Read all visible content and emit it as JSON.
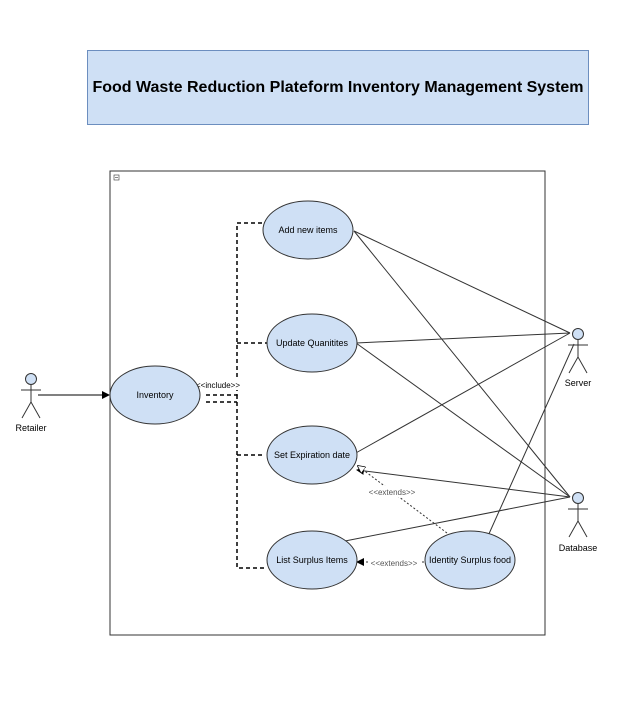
{
  "title": "Food Waste Reduction Plateform Inventory Management System",
  "colors": {
    "usecase_fill": "#cfe0f5",
    "usecase_stroke": "#6c8ebf",
    "title_fill": "#cfe0f5",
    "line": "#333333"
  },
  "actors": {
    "retailer": "Retailer",
    "server": "Server",
    "database": "Database"
  },
  "use_cases": {
    "inventory": "Inventory",
    "add_new_items": "Add new items",
    "update_quantities": "Update Quanitites",
    "set_expiration_date": "Set Expiration date",
    "list_surplus_items": "List Surplus Items",
    "identify_surplus_food": "Identity Surplus food"
  },
  "stereotypes": {
    "include": "<<include>>",
    "extends_1": "<<extends>>",
    "extends_2": "<<extends>>"
  }
}
